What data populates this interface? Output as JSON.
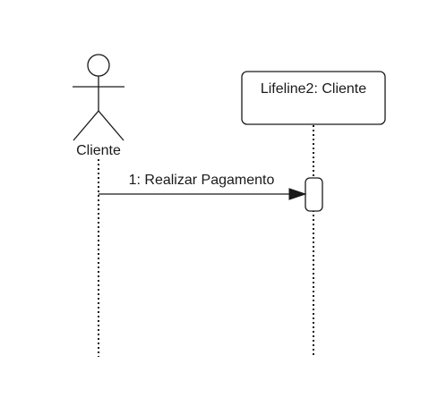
{
  "diagram": {
    "type": "sequence",
    "actor": {
      "label": "Cliente"
    },
    "lifeline": {
      "label": "Lifeline2: Cliente"
    },
    "messages": [
      {
        "label": "1: Realizar Pagamento",
        "from": "actor",
        "to": "lifeline"
      }
    ],
    "colors": {
      "stroke": "#1a1a1a",
      "background": "#ffffff"
    }
  }
}
